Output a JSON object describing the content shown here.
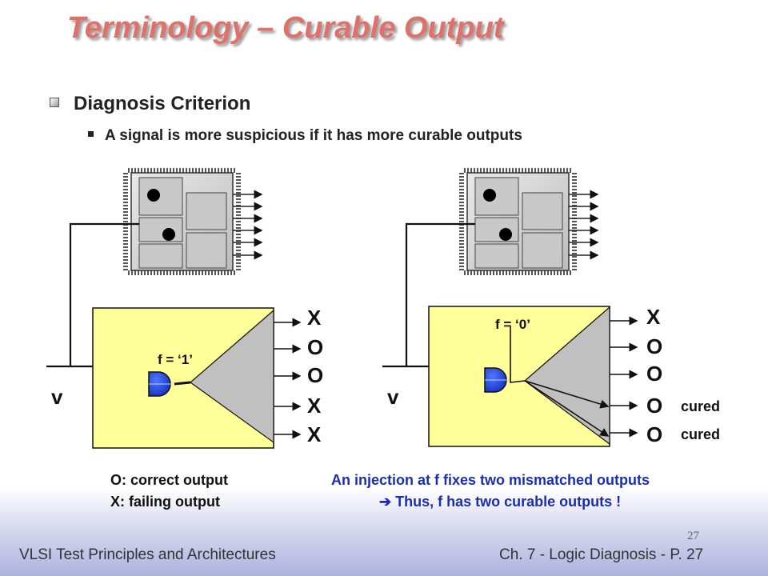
{
  "title": "Terminology – Curable Output",
  "bullets": {
    "level1": "Diagnosis Criterion",
    "level2": "A signal is more suspicious if it has more curable outputs"
  },
  "left_diagram": {
    "input_label": "v",
    "fault_label": "f = ‘1’",
    "outputs": [
      "X",
      "O",
      "O",
      "X",
      "X"
    ],
    "legend": [
      "O: correct output",
      "X: failing output"
    ]
  },
  "right_diagram": {
    "input_label": "v",
    "fault_label": "f = ‘0’",
    "outputs": [
      "X",
      "O",
      "O",
      "O",
      "O"
    ],
    "cured_labels": [
      "cured",
      "cured"
    ],
    "caption": [
      "An injection at f fixes two mismatched outputs",
      "➔ Thus, f has two curable outputs !"
    ]
  },
  "colors": {
    "title": "#e0706a",
    "caption": "#1a2fb0",
    "box_fill": "#ffff99",
    "gate": "#1d3fe0"
  },
  "footer": {
    "page_number": "27",
    "left": "VLSI Test Principles and Architectures",
    "right": "Ch. 7 - Logic Diagnosis  - P. 27"
  }
}
